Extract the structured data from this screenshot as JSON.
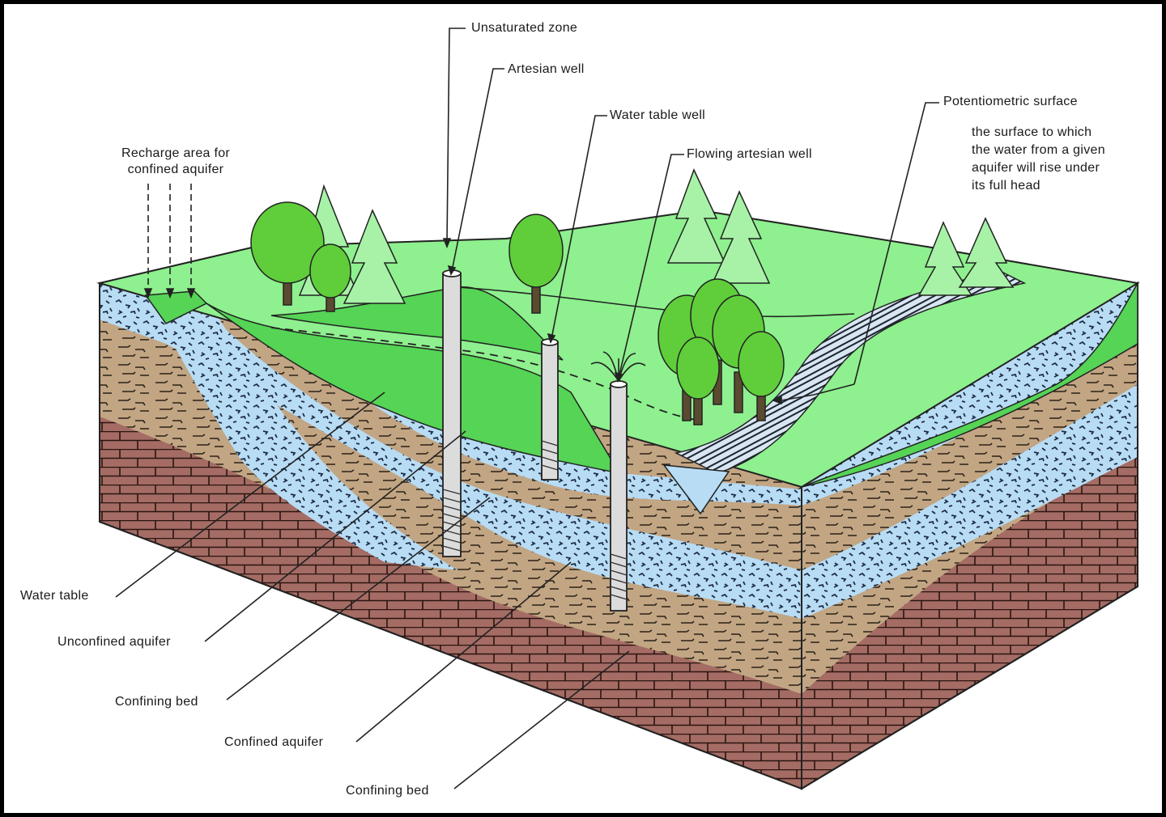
{
  "labels": {
    "unsaturated_zone": "Unsaturated zone",
    "artesian_well": "Artesian well",
    "water_table_well": "Water table well",
    "flowing_artesian_well": "Flowing artesian well",
    "potentiometric_surface": "Potentiometric surface",
    "potentiometric_note": [
      "the surface to which",
      "the water from a given",
      "aquifer will rise under",
      "its full head"
    ],
    "recharge_area": [
      "Recharge area for",
      "confined aquifer"
    ],
    "water_table": "Water table",
    "unconfined_aquifer": "Unconfined aquifer",
    "confining_bed_upper": "Confining bed",
    "confined_aquifer": "Confined aquifer",
    "confining_bed_lower": "Confining bed"
  },
  "colors": {
    "ground_light": "#8ef08e",
    "ground_mid": "#55d455",
    "clay": "#c2a583",
    "aquifer": "#b8dcf4",
    "brick": "#a46c64",
    "tree": "#5fce3a",
    "conifer": "#a7f2a7",
    "outline": "#222222"
  }
}
